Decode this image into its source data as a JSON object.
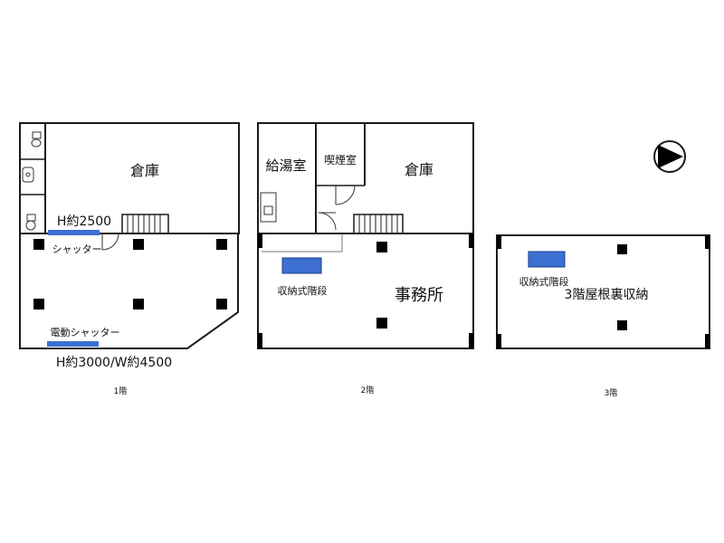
{
  "floors": [
    {
      "floor_label": "1階",
      "storage_label": "倉庫",
      "opening_label": "H約2500",
      "shutter_label": "シャッター",
      "electric_shutter_label": "電動シャッター",
      "electric_shutter_size": "H約3000/W約4500"
    },
    {
      "floor_label": "2階",
      "kitchenette_label": "給湯室",
      "smoking_room_label": "喫煙室",
      "storage_label": "倉庫",
      "folding_stairs_label": "収納式階段",
      "office_label": "事務所"
    },
    {
      "floor_label": "3階",
      "folding_stairs_label": "収納式階段",
      "attic_label": "3階屋根裏収納"
    }
  ],
  "colors": {
    "wall": "#1a1a1a",
    "accent_blue": "#3d6fd1",
    "column": "#000000"
  },
  "icons": [
    "north-arrow-icon",
    "toilet-icon",
    "sink-icon",
    "stairs-icon",
    "door-icon",
    "column-icon"
  ]
}
